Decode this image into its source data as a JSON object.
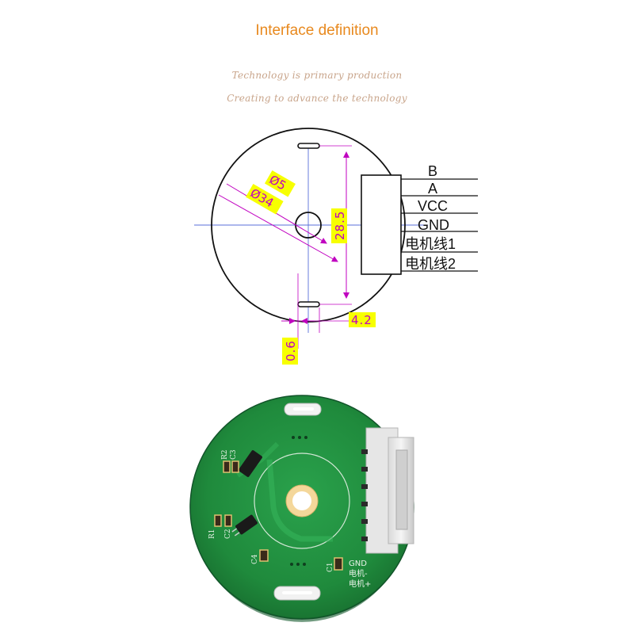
{
  "header": {
    "title": "Interface definition",
    "tagline_1": "Technology is primary production",
    "tagline_2": "Creating to advance the technology"
  },
  "drawing": {
    "dimensions": {
      "hole_diameter": "Ø5",
      "outer_diameter": "Ø34",
      "height": "28.5",
      "slot_width": "0.6",
      "slot_length": "4.2"
    },
    "pins": [
      "B",
      "A",
      "VCC",
      "GND",
      "电机线1",
      "电机线2"
    ]
  },
  "pcb": {
    "labels": {
      "r2": "R2",
      "c3": "C3",
      "r1": "R1",
      "c2": "C2",
      "c4": "C4",
      "c1": "C1",
      "gnd": "GND",
      "motor_minus": "电机-",
      "motor_plus": "电机+"
    }
  },
  "colors": {
    "title": "#e8891e",
    "tagline": "#c8a48a",
    "dimension_text": "#c000c0",
    "dimension_highlight": "#f7ff00",
    "centerline": "#5a6fd8",
    "pcb_green": "#1f8a3c"
  }
}
